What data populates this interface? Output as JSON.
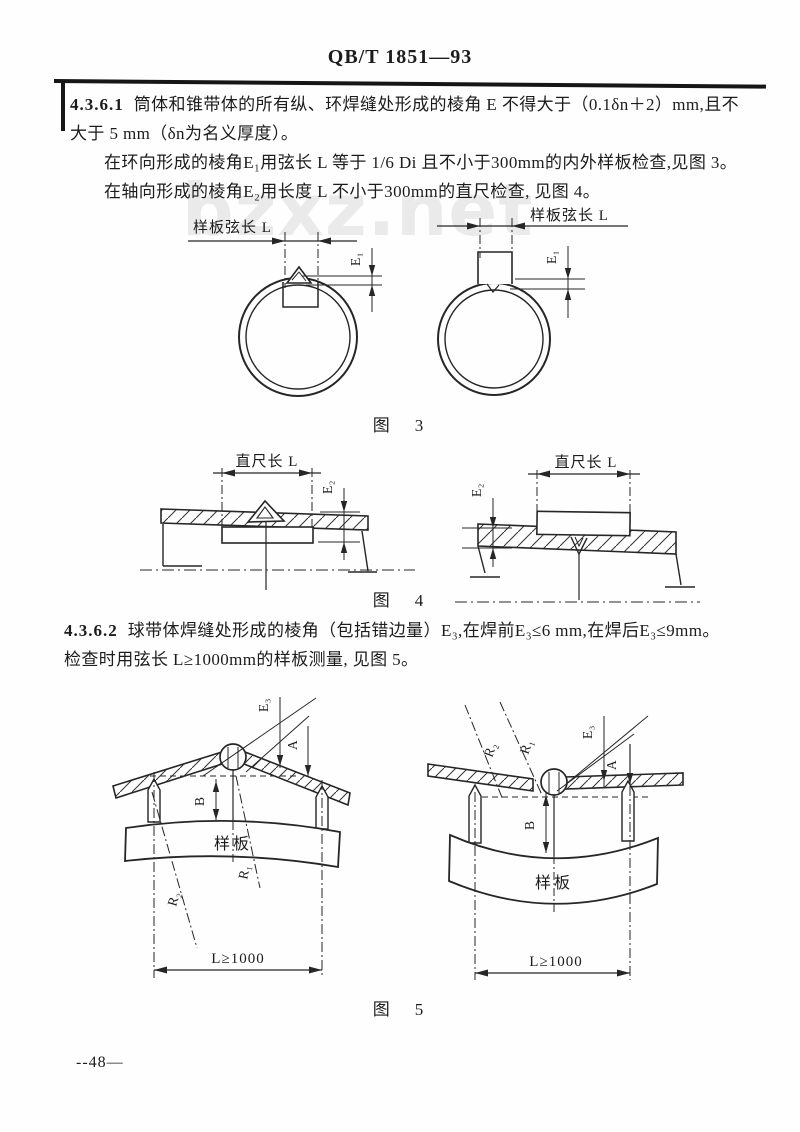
{
  "page": {
    "header_title": "QB/T 1851—93",
    "page_number": "--48—",
    "watermark": "bzxz.net"
  },
  "colors": {
    "ink": "#1c1c1c",
    "line": "#262626",
    "watermark_gray": "#eaeaea",
    "paper": "#fefefe"
  },
  "paragraphs": {
    "p1": {
      "number": "4.3.6.1",
      "line1": "筒体和锥带体的所有纵、环焊缝处形成的棱角 E 不得大于（0.1δn＋2）mm,且不",
      "line2": "大于 5 mm（δn为名义厚度）。",
      "line3": "在环向形成的棱角E₁用弦长 L 等于 1/6 Di 且不小于300mm的内外样板检查,见图 3。",
      "line4": "在轴向形成的棱角E₂用长度 L 不小于300mm的直尺检查, 见图 4。"
    },
    "p2": {
      "number": "4.3.6.2",
      "line1": "球带体焊缝处形成的棱角（包括错边量）E₃,在焊前E₃≤6 mm,在焊后E₃≤9mm。",
      "line2": "检查时用弦长 L≥1000mm的样板测量, 见图 5。"
    }
  },
  "fig3": {
    "caption": "图　3",
    "left_chord_label": "样板弦长 L",
    "right_chord_label": "样板弦长 L",
    "e1_left": "E₁",
    "e1_right": "E₁"
  },
  "fig4": {
    "caption": "图　4",
    "left_ruler_label": "直尺长 L",
    "right_ruler_label": "直尺长 L",
    "e2_left": "E₂",
    "e2_right": "E₂"
  },
  "fig5": {
    "caption": "图　5",
    "left": {
      "template": "样板",
      "e3": "E₃",
      "a": "A",
      "b": "B",
      "r1": "R₁",
      "r2": "R₂",
      "dim": "L≥1000"
    },
    "right": {
      "template": "样板",
      "e3": "E₃",
      "a": "A",
      "b": "B",
      "r1": "R₁",
      "r2": "R₂",
      "dim": "L≥1000"
    }
  }
}
